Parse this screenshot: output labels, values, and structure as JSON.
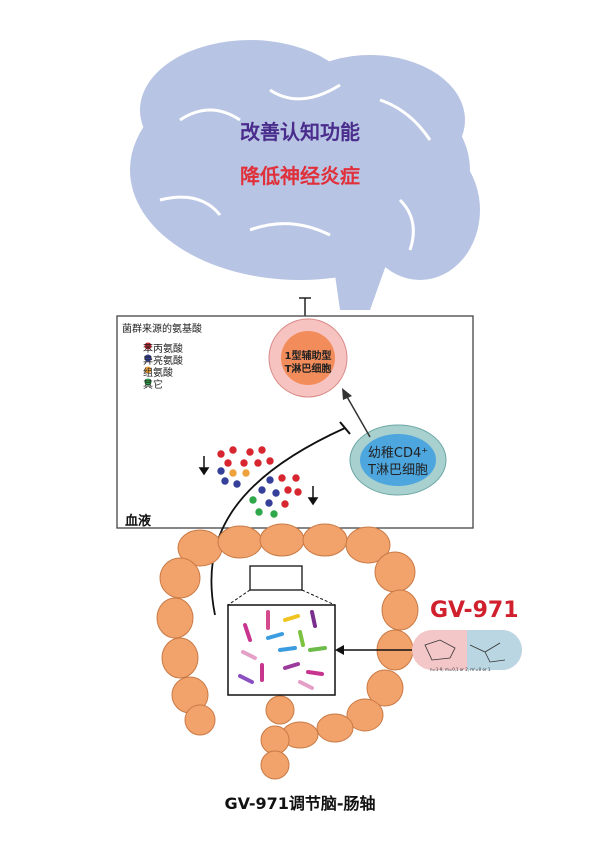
{
  "brain": {
    "line1": "改善认知功能",
    "line2": "降低神经炎症"
  },
  "blood_panel": {
    "legend_title": "菌群来源的氨基酸",
    "legend": [
      {
        "label": "苯丙氨酸",
        "color": "#d7262f"
      },
      {
        "label": "异亮氨酸",
        "color": "#34409a"
      },
      {
        "label": "组氨酸",
        "color": "#eda23c"
      },
      {
        "label": "其它",
        "color": "#2ea84a"
      }
    ],
    "label": "血液",
    "th1_cell": {
      "line1": "1型辅助型",
      "line2": "T淋巴细胞"
    },
    "naive_cell": {
      "line1": "幼稚CD4⁺",
      "line2": "T淋巴细胞"
    }
  },
  "drug": {
    "name": "GV-971",
    "structure_note": "n=1-9, m=0,1 or 2, m'=0 or 1"
  },
  "caption": "GV-971调节脑-肠轴",
  "colors": {
    "brain": "#b8c4e4",
    "colon": "#f2a36c",
    "drug_name": "#d0202e"
  }
}
